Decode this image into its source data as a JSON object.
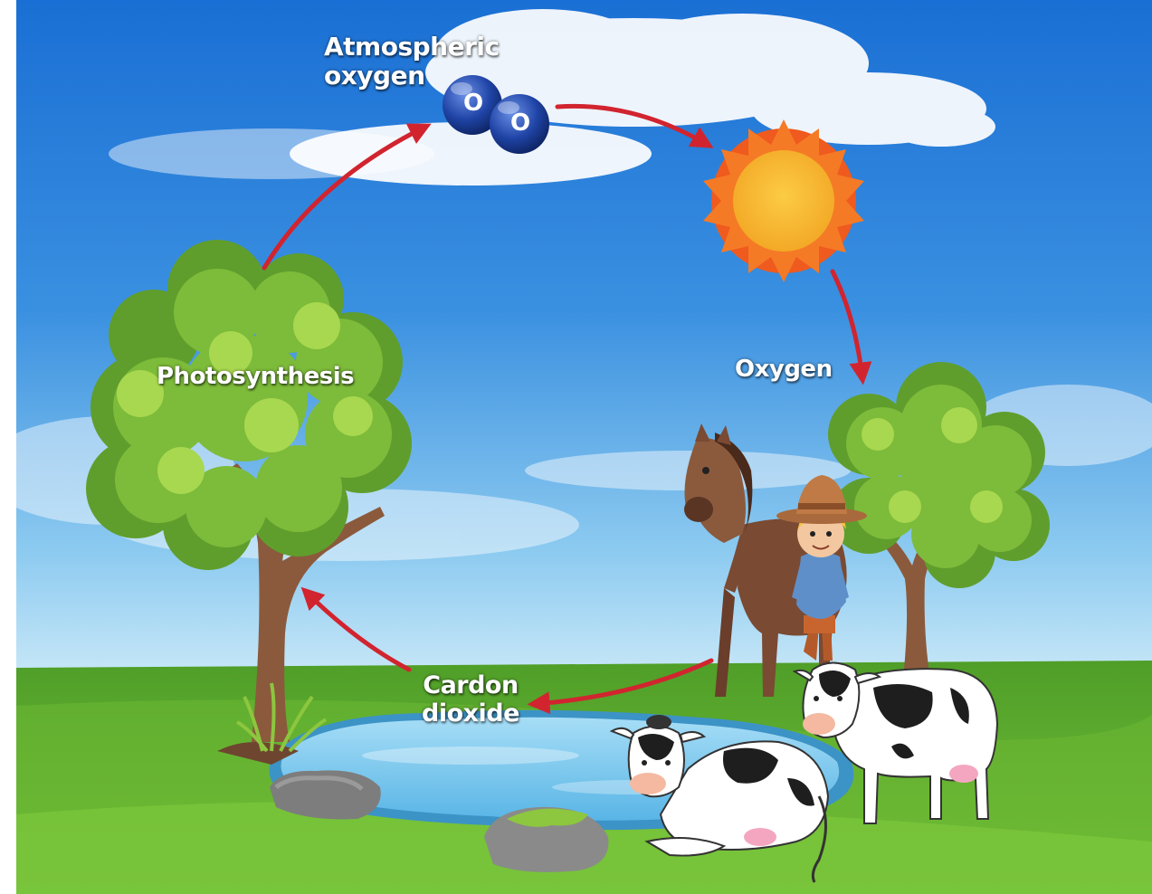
{
  "labels": {
    "atmospheric_oxygen_line1": "Atmospheric",
    "atmospheric_oxygen_line2": "oxygen",
    "photosynthesis": "Photosynthesis",
    "oxygen": "Oxygen",
    "carbon_dioxide_line1": "Cardon",
    "carbon_dioxide_line2": "dioxide"
  },
  "molecule": {
    "atom1": "O",
    "atom2": "O"
  },
  "colors": {
    "sky_top": "#1f72d6",
    "sky_bottom": "#9fd3ef",
    "grass": "#5fae2e",
    "arrow": "#d1242f",
    "sun": "#f5b82e",
    "sun_flames": "#ef5a1e",
    "molecule": "#1b3f96",
    "pond": "#7cc8ee",
    "tree_leaves": "#8dc63f",
    "trunk": "#8b5a3c"
  }
}
